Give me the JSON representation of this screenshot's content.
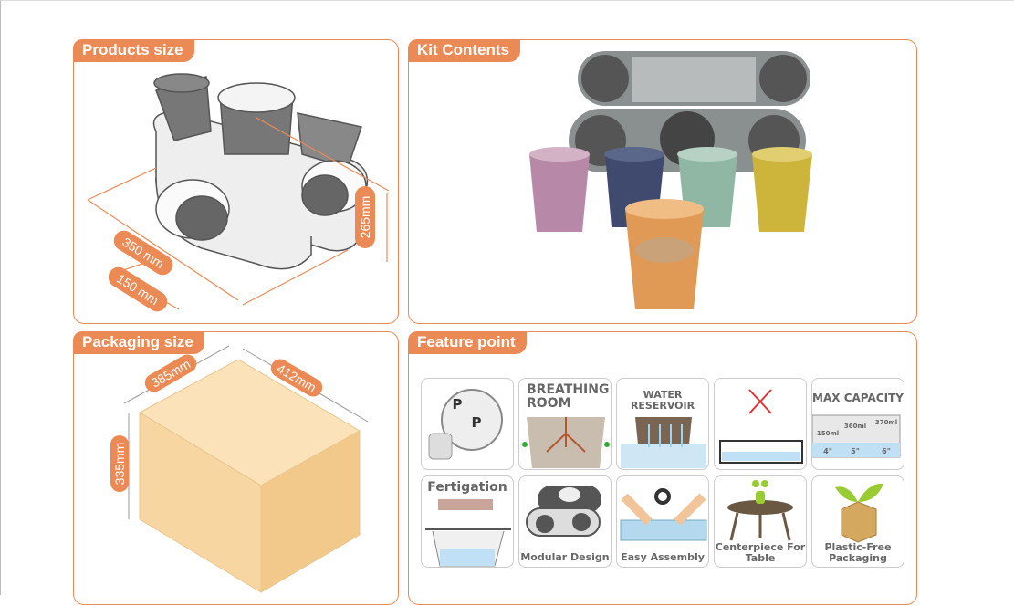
{
  "panels": {
    "products_size": {
      "title": "Products size",
      "dims": [
        "350 mm",
        "150 mm",
        "265mm"
      ]
    },
    "kit_contents": {
      "title": "Kit Contents"
    },
    "packaging_size": {
      "title": "Packaging size",
      "dims": [
        "385mm",
        "412mm",
        "335mm"
      ]
    },
    "feature_point": {
      "title": "Feature point"
    }
  },
  "features": [
    {
      "label": "",
      "icon": "fertilizer-icon",
      "letters": [
        "P",
        "P"
      ]
    },
    {
      "label": "BREATHING ROOM",
      "icon": "roots-icon"
    },
    {
      "label": "WATER RESERVOIR",
      "icon": "water-reservoir-icon"
    },
    {
      "label": "",
      "icon": "no-mosquito-icon"
    },
    {
      "label": "MAX CAPACITY",
      "icon": "capacity-icon",
      "sizes": [
        "150ml",
        "360ml",
        "370ml"
      ],
      "inches": [
        "4\"",
        "5\"",
        "6\""
      ]
    },
    {
      "label": "Fertigation",
      "icon": "fertigation-icon"
    },
    {
      "label": "Modular Design",
      "icon": "modular-icon"
    },
    {
      "label": "Easy Assembly",
      "icon": "assembly-icon"
    },
    {
      "label": "Centerpiece For Table",
      "icon": "table-icon"
    },
    {
      "label": "Plastic-Free Packaging",
      "icon": "box-plant-icon"
    }
  ],
  "colors": {
    "accent": "#ec8a55",
    "box": "#f6d4a0"
  }
}
